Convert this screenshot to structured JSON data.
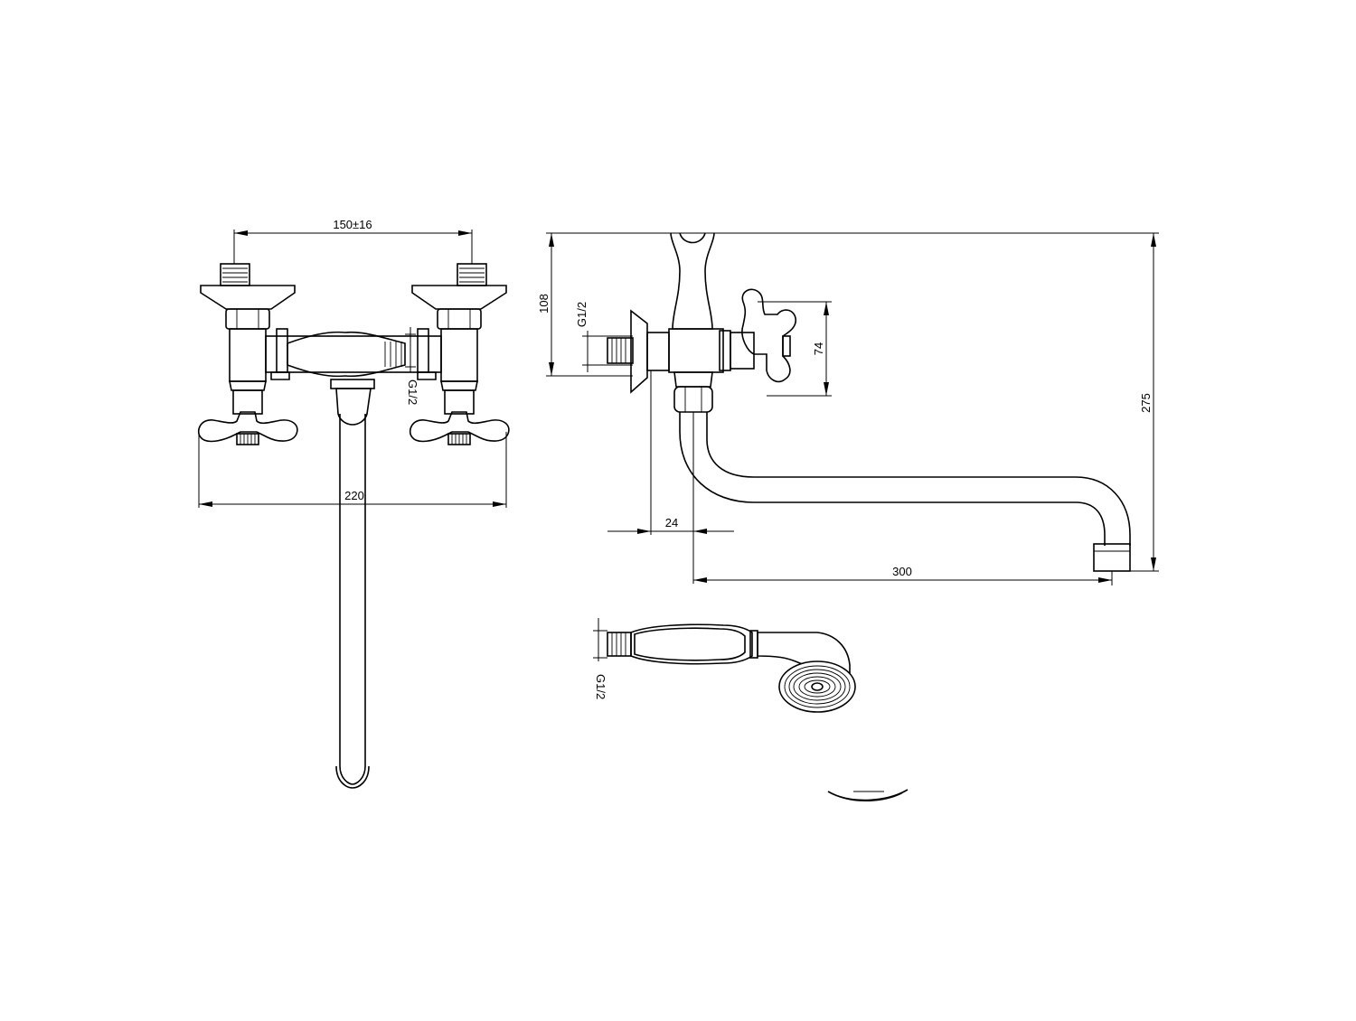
{
  "drawing": {
    "front_view": {
      "dim_spacing": "150±16",
      "dim_width": "220",
      "thread_label": "G1/2"
    },
    "side_view": {
      "dim_height_upper": "108",
      "dim_thread": "G1/2",
      "dim_handle": "74",
      "dim_total_height": "275",
      "dim_offset": "24",
      "dim_spout_reach": "300"
    },
    "hand_shower": {
      "thread_label": "G1/2"
    }
  },
  "colors": {
    "line": "#000000",
    "background": "#ffffff"
  }
}
